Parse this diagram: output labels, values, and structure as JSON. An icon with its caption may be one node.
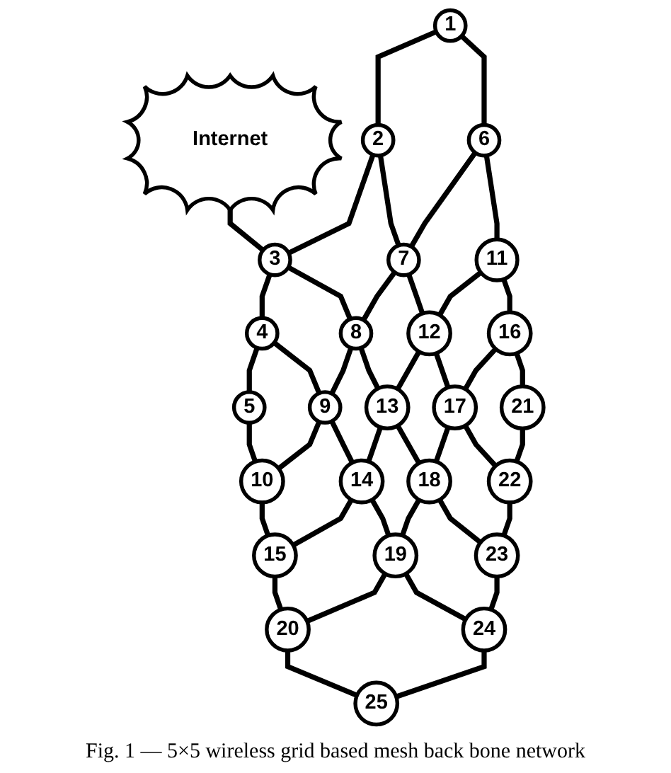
{
  "diagram": {
    "caption": "Fig. 1 — 5×5 wireless grid based mesh back bone network",
    "nodes": [
      {
        "text": [
          "Internet"
        ]
      },
      {
        "text": [
          "1"
        ]
      },
      {
        "text": [
          "2"
        ]
      },
      {
        "text": [
          "3"
        ]
      },
      {
        "text": [
          "4"
        ]
      },
      {
        "text": [
          "5"
        ]
      },
      {
        "text": [
          "6"
        ]
      },
      {
        "text": [
          "7"
        ]
      },
      {
        "text": [
          "8"
        ]
      },
      {
        "text": [
          "9"
        ]
      },
      {
        "text": [
          "10"
        ]
      },
      {
        "text": [
          "11"
        ]
      },
      {
        "text": [
          "12"
        ]
      },
      {
        "text": [
          "13"
        ]
      },
      {
        "text": [
          "14"
        ]
      },
      {
        "text": [
          "15"
        ]
      },
      {
        "text": [
          "16"
        ]
      },
      {
        "text": [
          "17"
        ]
      },
      {
        "text": [
          "18"
        ]
      },
      {
        "text": [
          "19"
        ]
      },
      {
        "text": [
          "20"
        ]
      },
      {
        "text": [
          "21"
        ]
      },
      {
        "text": [
          "22"
        ]
      },
      {
        "text": [
          "23"
        ]
      },
      {
        "text": [
          "24"
        ]
      },
      {
        "text": [
          "25"
        ]
      }
    ],
    "edges": [
      {
        "from": 0,
        "to": 3,
        "arrow": "none"
      },
      {
        "from": 1,
        "to": 2,
        "arrow": "none"
      },
      {
        "from": 2,
        "to": 3,
        "arrow": "none"
      },
      {
        "from": 3,
        "to": 4,
        "arrow": "none"
      },
      {
        "from": 4,
        "to": 5,
        "arrow": "none"
      },
      {
        "from": 1,
        "to": 6,
        "arrow": "none"
      },
      {
        "from": 2,
        "to": 7,
        "arrow": "none"
      },
      {
        "from": 3,
        "to": 8,
        "arrow": "none"
      },
      {
        "from": 4,
        "to": 9,
        "arrow": "none"
      },
      {
        "from": 5,
        "to": 10,
        "arrow": "none"
      },
      {
        "from": 6,
        "to": 7,
        "arrow": "none"
      },
      {
        "from": 7,
        "to": 8,
        "arrow": "none"
      },
      {
        "from": 8,
        "to": 9,
        "arrow": "none"
      },
      {
        "from": 9,
        "to": 10,
        "arrow": "none"
      },
      {
        "from": 6,
        "to": 11,
        "arrow": "none"
      },
      {
        "from": 7,
        "to": 12,
        "arrow": "none"
      },
      {
        "from": 8,
        "to": 13,
        "arrow": "none"
      },
      {
        "from": 9,
        "to": 14,
        "arrow": "none"
      },
      {
        "from": 10,
        "to": 15,
        "arrow": "none"
      },
      {
        "from": 11,
        "to": 12,
        "arrow": "none"
      },
      {
        "from": 12,
        "to": 13,
        "arrow": "none"
      },
      {
        "from": 13,
        "to": 14,
        "arrow": "none"
      },
      {
        "from": 14,
        "to": 15,
        "arrow": "none"
      },
      {
        "from": 11,
        "to": 16,
        "arrow": "none"
      },
      {
        "from": 12,
        "to": 17,
        "arrow": "none"
      },
      {
        "from": 13,
        "to": 18,
        "arrow": "none"
      },
      {
        "from": 14,
        "to": 19,
        "arrow": "none"
      },
      {
        "from": 15,
        "to": 20,
        "arrow": "none"
      },
      {
        "from": 16,
        "to": 17,
        "arrow": "none"
      },
      {
        "from": 17,
        "to": 18,
        "arrow": "none"
      },
      {
        "from": 18,
        "to": 19,
        "arrow": "none"
      },
      {
        "from": 19,
        "to": 20,
        "arrow": "none"
      },
      {
        "from": 16,
        "to": 21,
        "arrow": "none"
      },
      {
        "from": 17,
        "to": 22,
        "arrow": "none"
      },
      {
        "from": 18,
        "to": 23,
        "arrow": "none"
      },
      {
        "from": 19,
        "to": 24,
        "arrow": "none"
      },
      {
        "from": 20,
        "to": 25,
        "arrow": "none"
      },
      {
        "from": 21,
        "to": 22,
        "arrow": "none"
      },
      {
        "from": 22,
        "to": 23,
        "arrow": "none"
      },
      {
        "from": 23,
        "to": 24,
        "arrow": "none"
      },
      {
        "from": 24,
        "to": 25,
        "arrow": "none"
      }
    ]
  }
}
